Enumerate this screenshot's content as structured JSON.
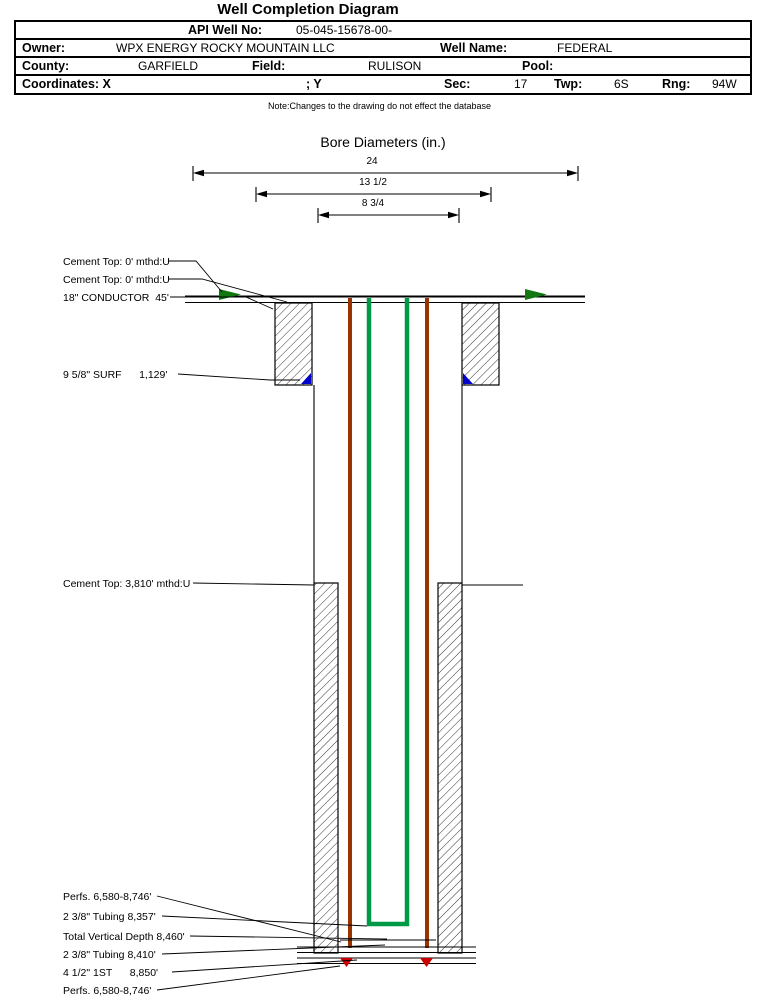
{
  "header": {
    "title": "Well Completion Diagram",
    "api": {
      "label": "API Well No:",
      "value": "05-045-15678-00-"
    },
    "owner": {
      "label": "Owner:",
      "value": "WPX ENERGY ROCKY MOUNTAIN LLC"
    },
    "well_name": {
      "label": "Well Name:",
      "value": "FEDERAL"
    },
    "county": {
      "label": "County:",
      "value": "GARFIELD"
    },
    "field": {
      "label": "Field:",
      "value": "RULISON"
    },
    "pool": {
      "label": "Pool:",
      "value": ""
    },
    "coordinates": {
      "label": "Coordinates: X",
      "y_label": "; Y"
    },
    "sec": {
      "label": "Sec:",
      "value": "17"
    },
    "twp": {
      "label": "Twp:",
      "value": "6S"
    },
    "rng": {
      "label": "Rng:",
      "value": "94W"
    },
    "note": "Note:Changes to the drawing do not effect the database"
  },
  "diagram": {
    "bore_title": "Bore Diameters (in.)",
    "bore_diameters": {
      "outer": "24",
      "middle": "13 1/2",
      "inner": "8 3/4"
    },
    "labels": {
      "cement_top_1": "Cement Top: 0' mthd:U",
      "cement_top_2": "Cement Top: 0' mthd:U",
      "conductor": "18\" CONDUCTOR  45'",
      "surface_casing": "9 5/8\" SURF      1,129'",
      "cement_top_3": "Cement Top: 3,810' mthd:U",
      "perfs_top": "Perfs. 6,580-8,746'",
      "tubing_1": "2 3/8\" Tubing 8,357'",
      "tvd": "Total Vertical Depth 8,460'",
      "tubing_2": "2 3/8\" Tubing 8,410'",
      "production_casing": "4 1/2\" 1ST      8,850'",
      "perfs_bottom": "Perfs. 6,580-8,746'"
    },
    "colors": {
      "casing": "#993300",
      "tubing": "#009946",
      "cement_marker": "#0000cc",
      "perf_marker": "#cc0000",
      "surface_arrow": "#117711"
    }
  }
}
